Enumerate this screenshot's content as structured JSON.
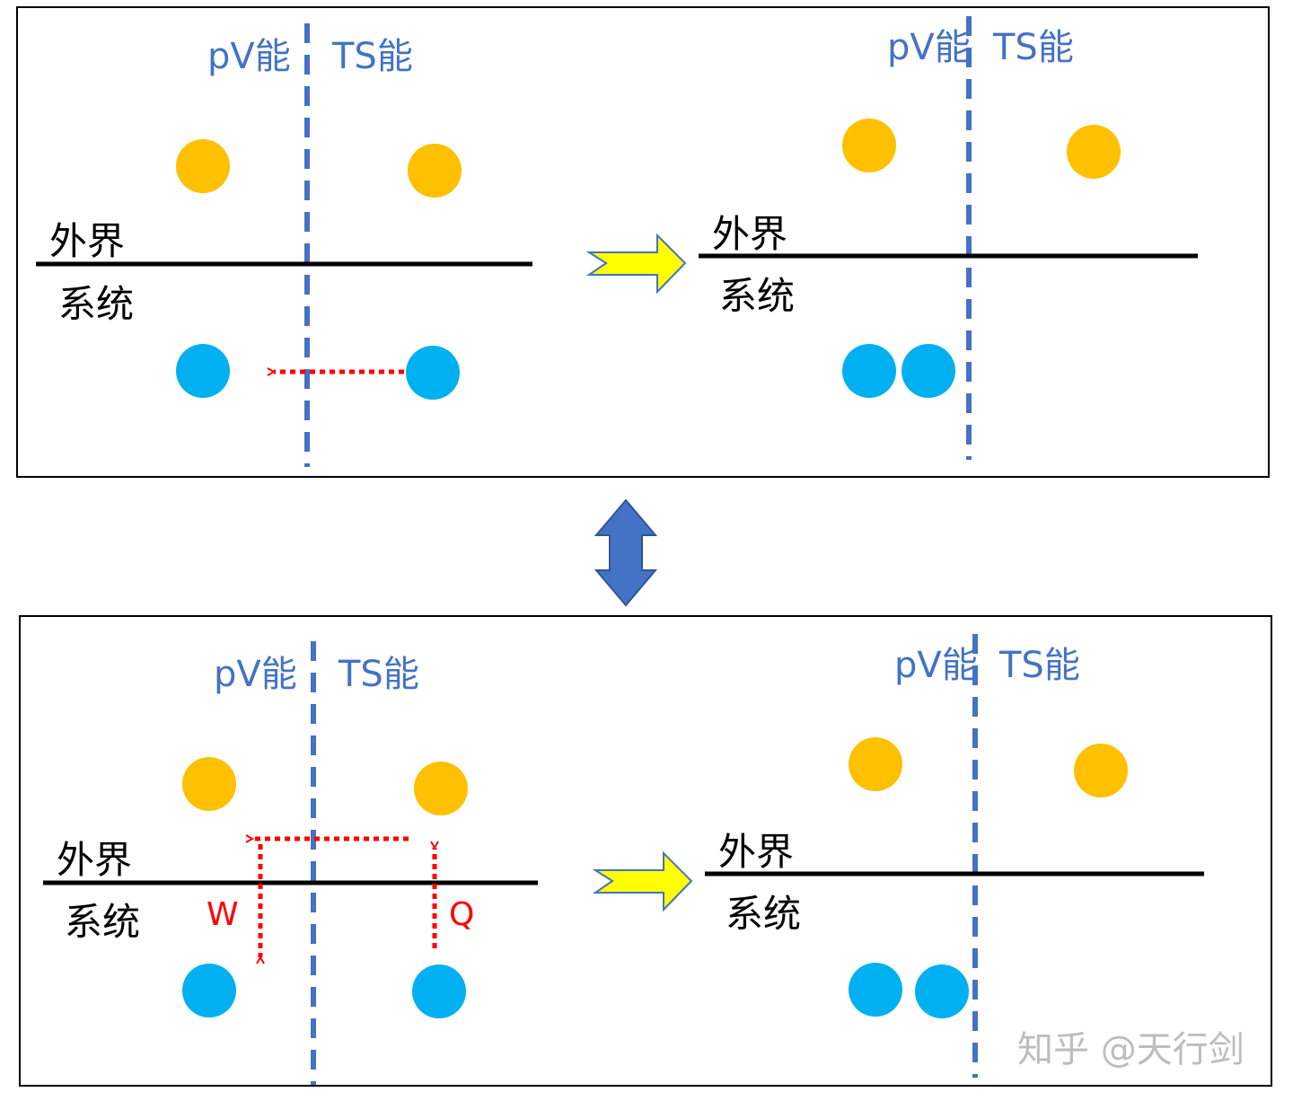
{
  "labels": {
    "pv": "pV能",
    "ts": "TS能",
    "surroundings": "外界",
    "system": "系统",
    "work": "W",
    "heat": "Q"
  },
  "watermark": "知乎 @天行剑",
  "colors": {
    "energy_divider": "#4472c4",
    "surroundings_particle": "#ffc000",
    "system_particle": "#00b0f0",
    "flow_arrow": "#ff0000",
    "transition_arrow_fill": "#ffff00",
    "equivalence_arrow_fill": "#4472c4"
  },
  "icons": {
    "transition": "right-arrow-icon",
    "equivalence": "double-vertical-arrow-icon"
  }
}
